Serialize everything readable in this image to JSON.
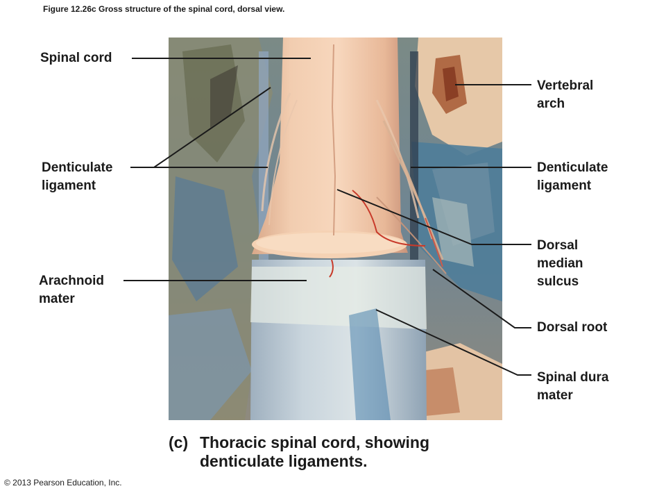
{
  "figure_title": "Figure 12.26c  Gross structure of the spinal cord, dorsal view.",
  "labels": {
    "spinal_cord": "Spinal cord",
    "denticulate_ligament_left": "Denticulate\nligament",
    "arachnoid_mater": "Arachnoid\nmater",
    "vertebral_arch": "Vertebral\narch",
    "denticulate_ligament_right": "Denticulate\nligament",
    "dorsal_median_sulcus": "Dorsal\nmedian\nsulcus",
    "dorsal_root": "Dorsal root",
    "spinal_dura_mater": "Spinal dura\nmater"
  },
  "caption": {
    "letter": "(c)",
    "text": "Thoracic spinal cord, showing\ndenticulate ligaments."
  },
  "copyright": "© 2013 Pearson Education, Inc."
}
